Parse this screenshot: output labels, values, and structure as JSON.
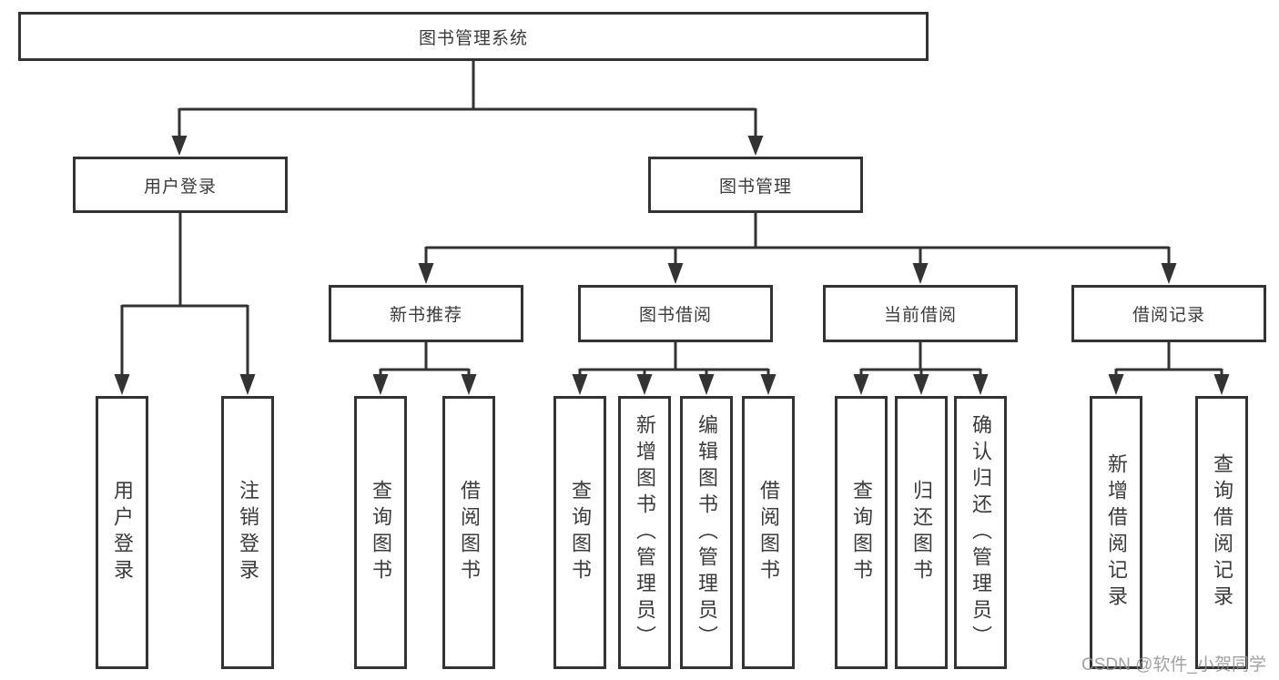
{
  "diagram": {
    "title": "图书管理系统",
    "root": {
      "label": "图书管理系统",
      "children": [
        {
          "label": "用户登录",
          "children": [
            {
              "label": "用户登录"
            },
            {
              "label": "注销登录"
            }
          ]
        },
        {
          "label": "图书管理",
          "children": [
            {
              "label": "新书推荐",
              "children": [
                {
                  "label": "查询图书"
                },
                {
                  "label": "借阅图书"
                }
              ]
            },
            {
              "label": "图书借阅",
              "children": [
                {
                  "label": "查询图书"
                },
                {
                  "label": "新增图书（管理员）"
                },
                {
                  "label": "编辑图书（管理员）"
                },
                {
                  "label": "借阅图书"
                }
              ]
            },
            {
              "label": "当前借阅",
              "children": [
                {
                  "label": "查询图书"
                },
                {
                  "label": "归还图书"
                },
                {
                  "label": "确认归还（管理员）"
                }
              ]
            },
            {
              "label": "借阅记录",
              "children": [
                {
                  "label": "新增借阅记录"
                },
                {
                  "label": "查询借阅记录"
                }
              ]
            }
          ]
        }
      ]
    },
    "watermark": "CSDN @软件_小贺同学",
    "colors": {
      "line": "#333333",
      "box_border": "#333333",
      "box_fill": "#ffffff",
      "text": "#3b3b3b",
      "watermark": "#919191"
    }
  }
}
